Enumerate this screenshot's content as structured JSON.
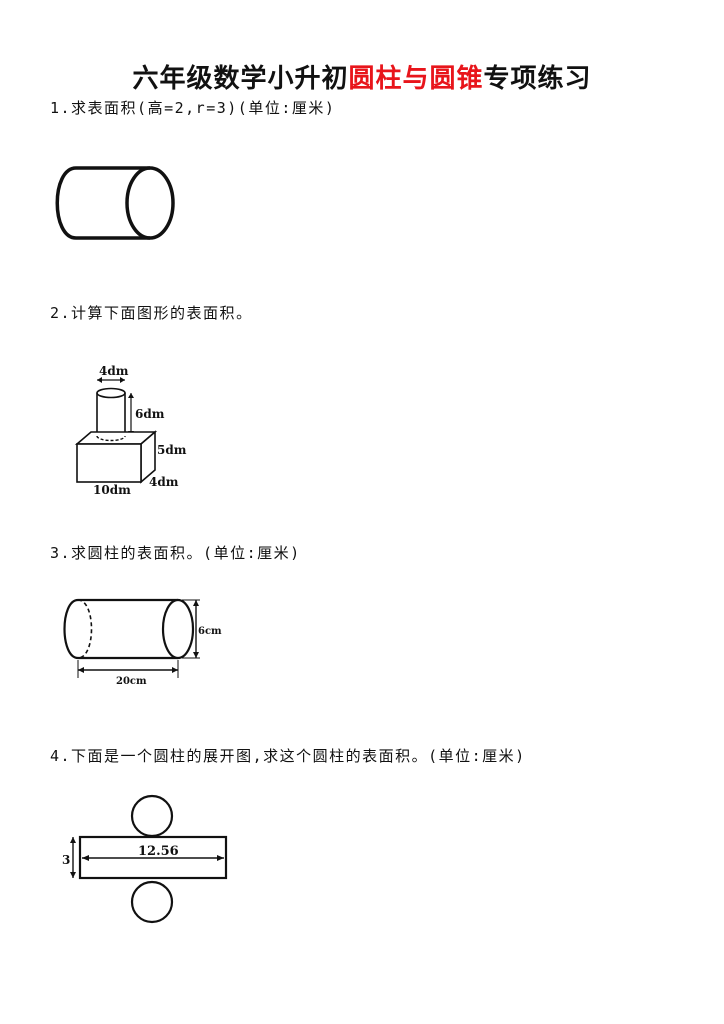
{
  "title": {
    "part1": "六年级数学小升初",
    "part2": "圆柱与圆锥",
    "part3": "专项练习",
    "highlight_color": "#e8151b"
  },
  "questions": [
    {
      "text": "1.求表面积(高=2,r=3)(单位:厘米)"
    },
    {
      "text": "2.计算下面图形的表面积。",
      "labels": {
        "top_diameter": "4dm",
        "cyl_height": "6dm",
        "box_height": "5dm",
        "box_depth": "4dm",
        "box_length": "10dm"
      }
    },
    {
      "text": "3.求圆柱的表面积。(单位:厘米)",
      "labels": {
        "diameter": "6cm",
        "length": "20cm"
      }
    },
    {
      "text": "4.下面是一个圆柱的展开图,求这个圆柱的表面积。(单位:厘米)",
      "labels": {
        "width": "12.56",
        "height": "3"
      }
    }
  ]
}
